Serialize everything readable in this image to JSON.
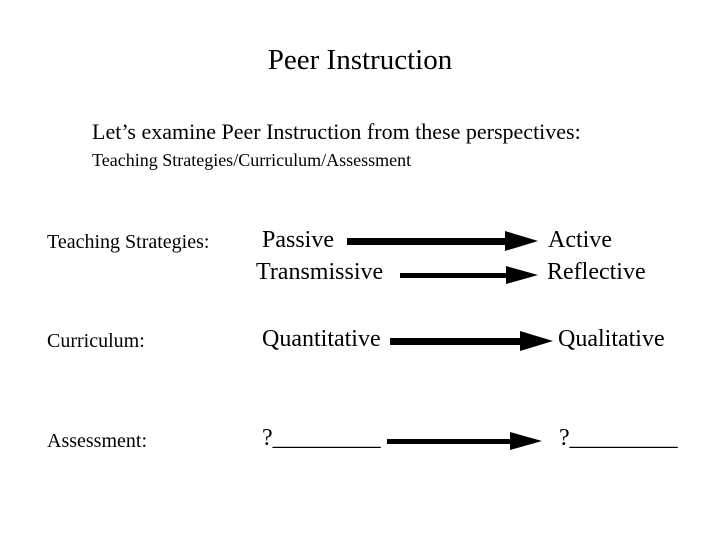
{
  "slide": {
    "title": "Peer Instruction",
    "intro": {
      "line1": "Let’s examine Peer Instruction from these perspectives:",
      "line2": "Teaching Strategies/Curriculum/Assessment"
    },
    "rows": [
      {
        "label": "Teaching Strategies:",
        "pairs": [
          {
            "from": "Passive",
            "to": "Active"
          },
          {
            "from": "Transmissive",
            "to": "Reflective"
          }
        ]
      },
      {
        "label": "Curriculum:",
        "pairs": [
          {
            "from": "Quantitative",
            "to": "Qualitative"
          }
        ]
      },
      {
        "label": "Assessment:",
        "pairs": [
          {
            "from": "?_________",
            "to": "?_________"
          }
        ]
      }
    ],
    "colors": {
      "background": "#ffffff",
      "text": "#000000",
      "arrow": "#000000"
    }
  }
}
